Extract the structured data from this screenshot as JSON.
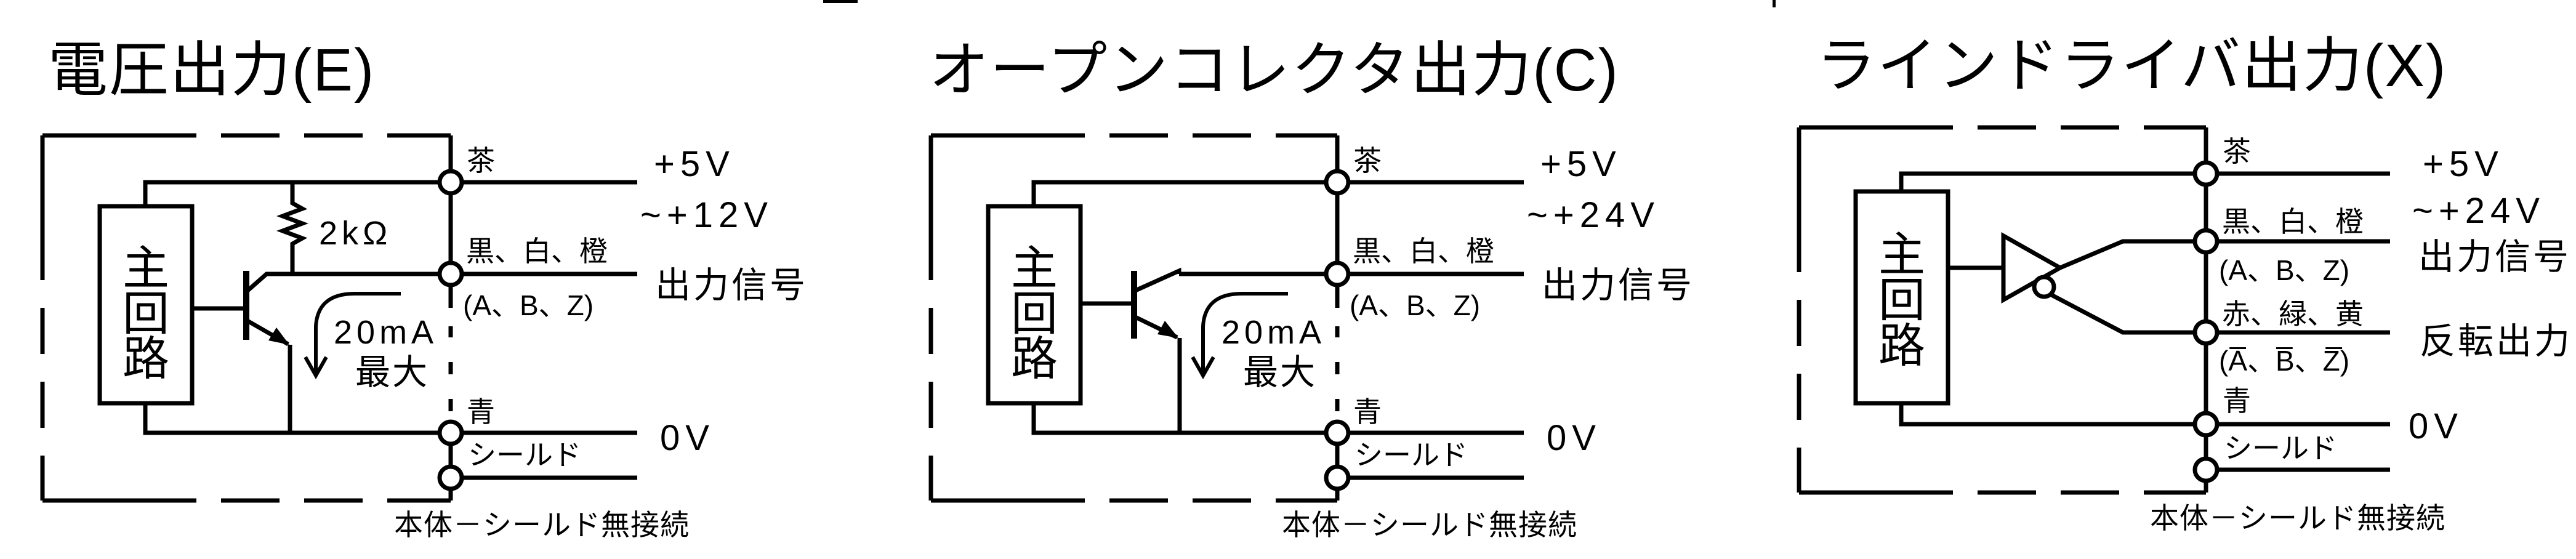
{
  "panels": [
    {
      "title": "電圧出力(E)",
      "main_circuit_chars": [
        "主",
        "回",
        "路"
      ],
      "resistor_value": "2kΩ",
      "current_max": {
        "value": "20mA",
        "suffix": "最大"
      },
      "wire_labels": {
        "power": "茶",
        "signal": "黒、白、橙",
        "signal_channels": "(A、B、Z)",
        "ground": "青",
        "shield": "シールド"
      },
      "io_labels": {
        "power_line1": "+5V",
        "power_line2": "~+12V",
        "signal": "出力信号",
        "ground": "0V"
      },
      "footnote": "本体－シールド無接続"
    },
    {
      "title": "オープンコレクタ出力(C)",
      "main_circuit_chars": [
        "主",
        "回",
        "路"
      ],
      "current_max": {
        "value": "20mA",
        "suffix": "最大"
      },
      "wire_labels": {
        "power": "茶",
        "signal": "黒、白、橙",
        "signal_channels": "(A、B、Z)",
        "ground": "青",
        "shield": "シールド"
      },
      "io_labels": {
        "power_line1": "+5V",
        "power_line2": "~+24V",
        "signal": "出力信号",
        "ground": "0V"
      },
      "footnote": "本体－シールド無接続"
    },
    {
      "title": "ラインドライバ出力(X)",
      "main_circuit_chars": [
        "主",
        "回",
        "路"
      ],
      "wire_labels": {
        "power": "茶",
        "signal": "黒、白、橙",
        "signal_channels": "(A、B、Z)",
        "inverted": "赤、緑、黄",
        "inverted_channels": "(A̅、B̅、Z̅)",
        "ground": "青",
        "shield": "シールド"
      },
      "io_labels": {
        "power_line1": "+5V",
        "power_line2": "~+24V",
        "signal": "出力信号",
        "inverted": "反転出力",
        "ground": "0V"
      },
      "footnote": "本体－シールド無接続"
    }
  ]
}
